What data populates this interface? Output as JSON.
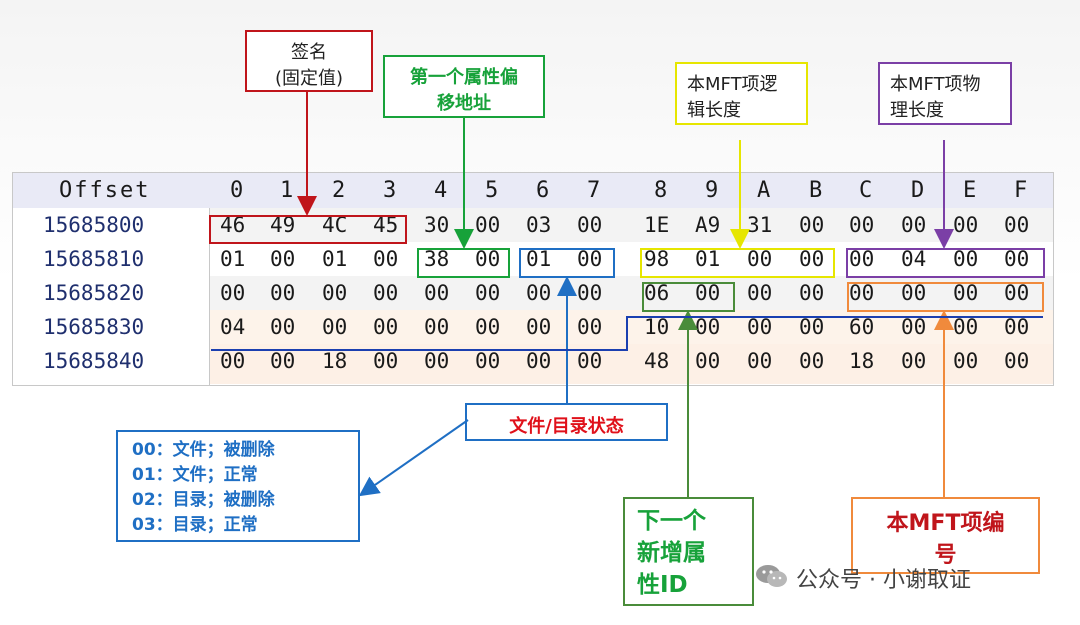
{
  "header": {
    "offset_label": "Offset",
    "columns": [
      "0",
      "1",
      "2",
      "3",
      "4",
      "5",
      "6",
      "7",
      "8",
      "9",
      "A",
      "B",
      "C",
      "D",
      "E",
      "F"
    ]
  },
  "rows": [
    {
      "offset": "15685800",
      "bytes": [
        "46",
        "49",
        "4C",
        "45",
        "30",
        "00",
        "03",
        "00",
        "1E",
        "A9",
        "31",
        "00",
        "00",
        "00",
        "00",
        "00"
      ]
    },
    {
      "offset": "15685810",
      "bytes": [
        "01",
        "00",
        "01",
        "00",
        "38",
        "00",
        "01",
        "00",
        "98",
        "01",
        "00",
        "00",
        "00",
        "04",
        "00",
        "00"
      ]
    },
    {
      "offset": "15685820",
      "bytes": [
        "00",
        "00",
        "00",
        "00",
        "00",
        "00",
        "00",
        "00",
        "06",
        "00",
        "00",
        "00",
        "00",
        "00",
        "00",
        "00"
      ]
    },
    {
      "offset": "15685830",
      "bytes": [
        "04",
        "00",
        "00",
        "00",
        "00",
        "00",
        "00",
        "00",
        "10",
        "00",
        "00",
        "00",
        "60",
        "00",
        "00",
        "00"
      ]
    },
    {
      "offset": "15685840",
      "bytes": [
        "00",
        "00",
        "18",
        "00",
        "00",
        "00",
        "00",
        "00",
        "48",
        "00",
        "00",
        "00",
        "18",
        "00",
        "00",
        "00"
      ]
    }
  ],
  "annotations": {
    "signature": {
      "line1": "签名",
      "line2": "(固定值)",
      "color": "#c0151b"
    },
    "first_attr_offset": {
      "line1": "第一个属性偏",
      "line2": "移地址",
      "color": "#17a23a"
    },
    "logical_length": {
      "line1": "本MFT项逻",
      "line2": "辑长度",
      "color": "#e6e600"
    },
    "physical_length": {
      "line1": "本MFT项物",
      "line2": "理长度",
      "color": "#7b3fa6"
    },
    "file_dir_status": {
      "text": "文件/目录状态",
      "color": "#1f6fc4",
      "text_color": "#e0101a"
    },
    "status_legend": {
      "color": "#1f6fc4",
      "lines": [
        "00：文件；被删除",
        "01：文件；正常",
        "02：目录；被删除",
        "03：目录；正常"
      ]
    },
    "next_attr_id": {
      "lines": [
        "下一个",
        "新增属",
        "性ID"
      ],
      "color": "#4a8c3a",
      "text_color": "#17a23a"
    },
    "mft_number": {
      "line1": "本MFT项编",
      "line2": "号",
      "color": "#f08a3c",
      "text_color": "#c0151b"
    }
  },
  "accent_colors": {
    "underline": "#1b3fb0"
  },
  "watermark": {
    "text": "公众号 · 小谢取证",
    "icon": "wechat-icon"
  }
}
